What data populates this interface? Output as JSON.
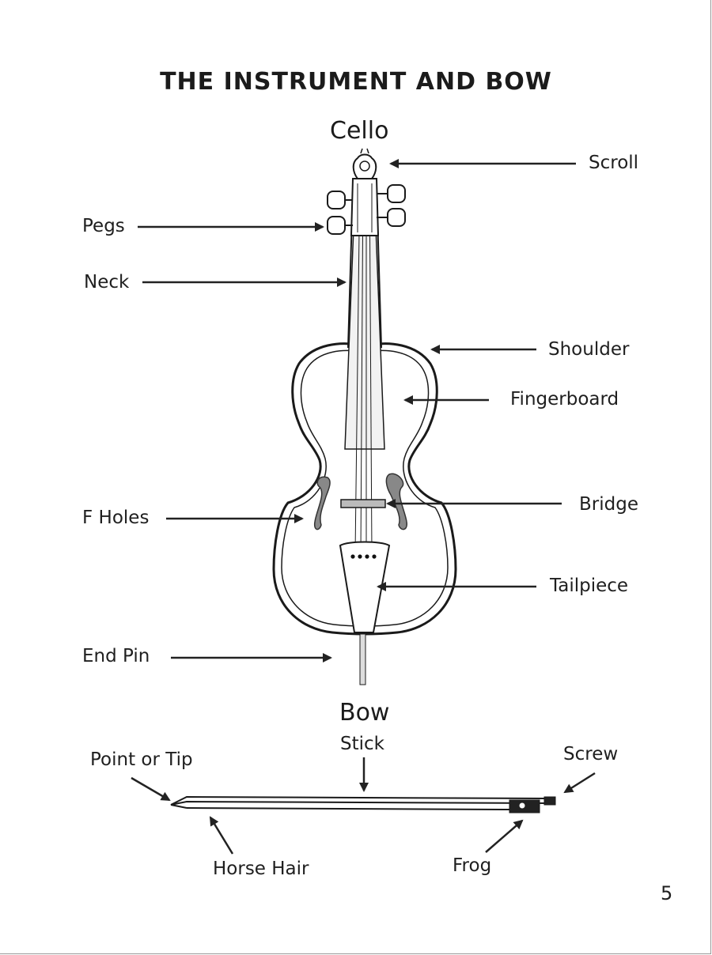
{
  "title": "THE INSTRUMENT AND BOW",
  "cello": {
    "heading": "Cello",
    "labels": {
      "scroll": "Scroll",
      "pegs": "Pegs",
      "neck": "Neck",
      "shoulder": "Shoulder",
      "fingerboard": "Fingerboard",
      "bridge": "Bridge",
      "f_holes": "F Holes",
      "tailpiece": "Tailpiece",
      "end_pin": "End Pin"
    }
  },
  "bow": {
    "heading": "Bow",
    "labels": {
      "stick": "Stick",
      "point_or_tip": "Point or Tip",
      "screw": "Screw",
      "horse_hair": "Horse Hair",
      "frog": "Frog"
    }
  },
  "page_number": "5"
}
